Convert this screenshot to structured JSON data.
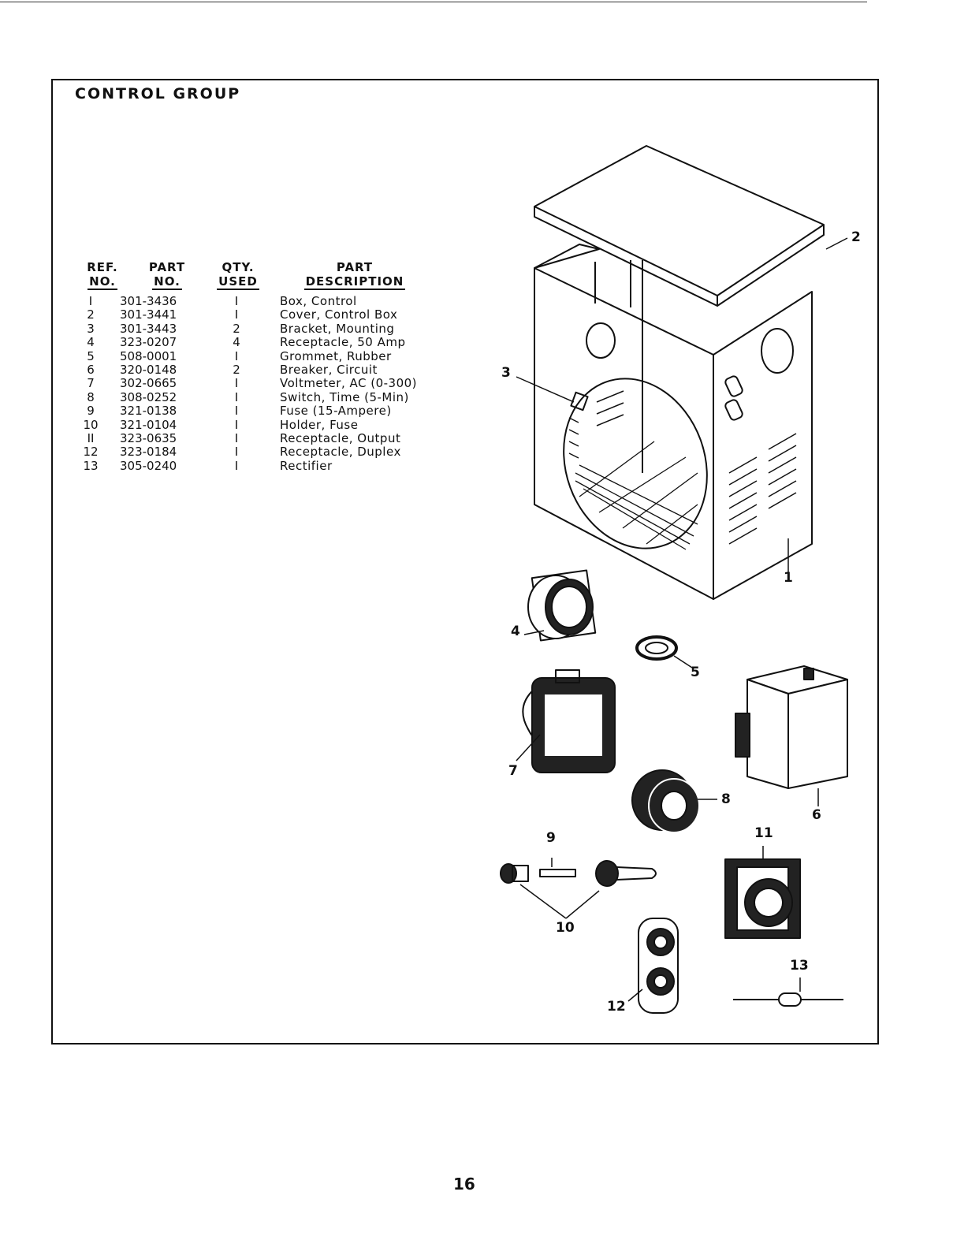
{
  "title": "CONTROL GROUP",
  "headers": {
    "ref_line1": "REF.",
    "ref_line2": "NO.",
    "part_line1": "PART",
    "part_line2": "NO.",
    "qty_line1": "QTY.",
    "qty_line2": "USED",
    "desc_line1": "PART",
    "desc_line2": "DESCRIPTION"
  },
  "parts": [
    {
      "ref": "I",
      "part_no": "301-3436",
      "qty": "I",
      "description": "Box, Control"
    },
    {
      "ref": "2",
      "part_no": "301-3441",
      "qty": "I",
      "description": "Cover, Control Box"
    },
    {
      "ref": "3",
      "part_no": "301-3443",
      "qty": "2",
      "description": "Bracket, Mounting"
    },
    {
      "ref": "4",
      "part_no": "323-0207",
      "qty": "4",
      "description": "Receptacle, 50 Amp"
    },
    {
      "ref": "5",
      "part_no": "508-0001",
      "qty": "I",
      "description": "Grommet, Rubber"
    },
    {
      "ref": "6",
      "part_no": "320-0148",
      "qty": "2",
      "description": "Breaker, Circuit"
    },
    {
      "ref": "7",
      "part_no": "302-0665",
      "qty": "I",
      "description": "Voltmeter, AC (0-300)"
    },
    {
      "ref": "8",
      "part_no": "308-0252",
      "qty": "I",
      "description": "Switch, Time (5-Min)"
    },
    {
      "ref": "9",
      "part_no": "321-0138",
      "qty": "I",
      "description": "Fuse (15-Ampere)"
    },
    {
      "ref": "10",
      "part_no": "321-0104",
      "qty": "I",
      "description": "Holder, Fuse"
    },
    {
      "ref": "II",
      "part_no": "323-0635",
      "qty": "I",
      "description": "Receptacle, Output"
    },
    {
      "ref": "12",
      "part_no": "323-0184",
      "qty": "I",
      "description": "Receptacle, Duplex"
    },
    {
      "ref": "13",
      "part_no": "305-0240",
      "qty": "I",
      "description": "Rectifier"
    }
  ],
  "callouts": [
    "2",
    "3",
    "1",
    "4",
    "5",
    "7",
    "8",
    "6",
    "9",
    "11",
    "10",
    "13",
    "12"
  ],
  "page_number": "16"
}
